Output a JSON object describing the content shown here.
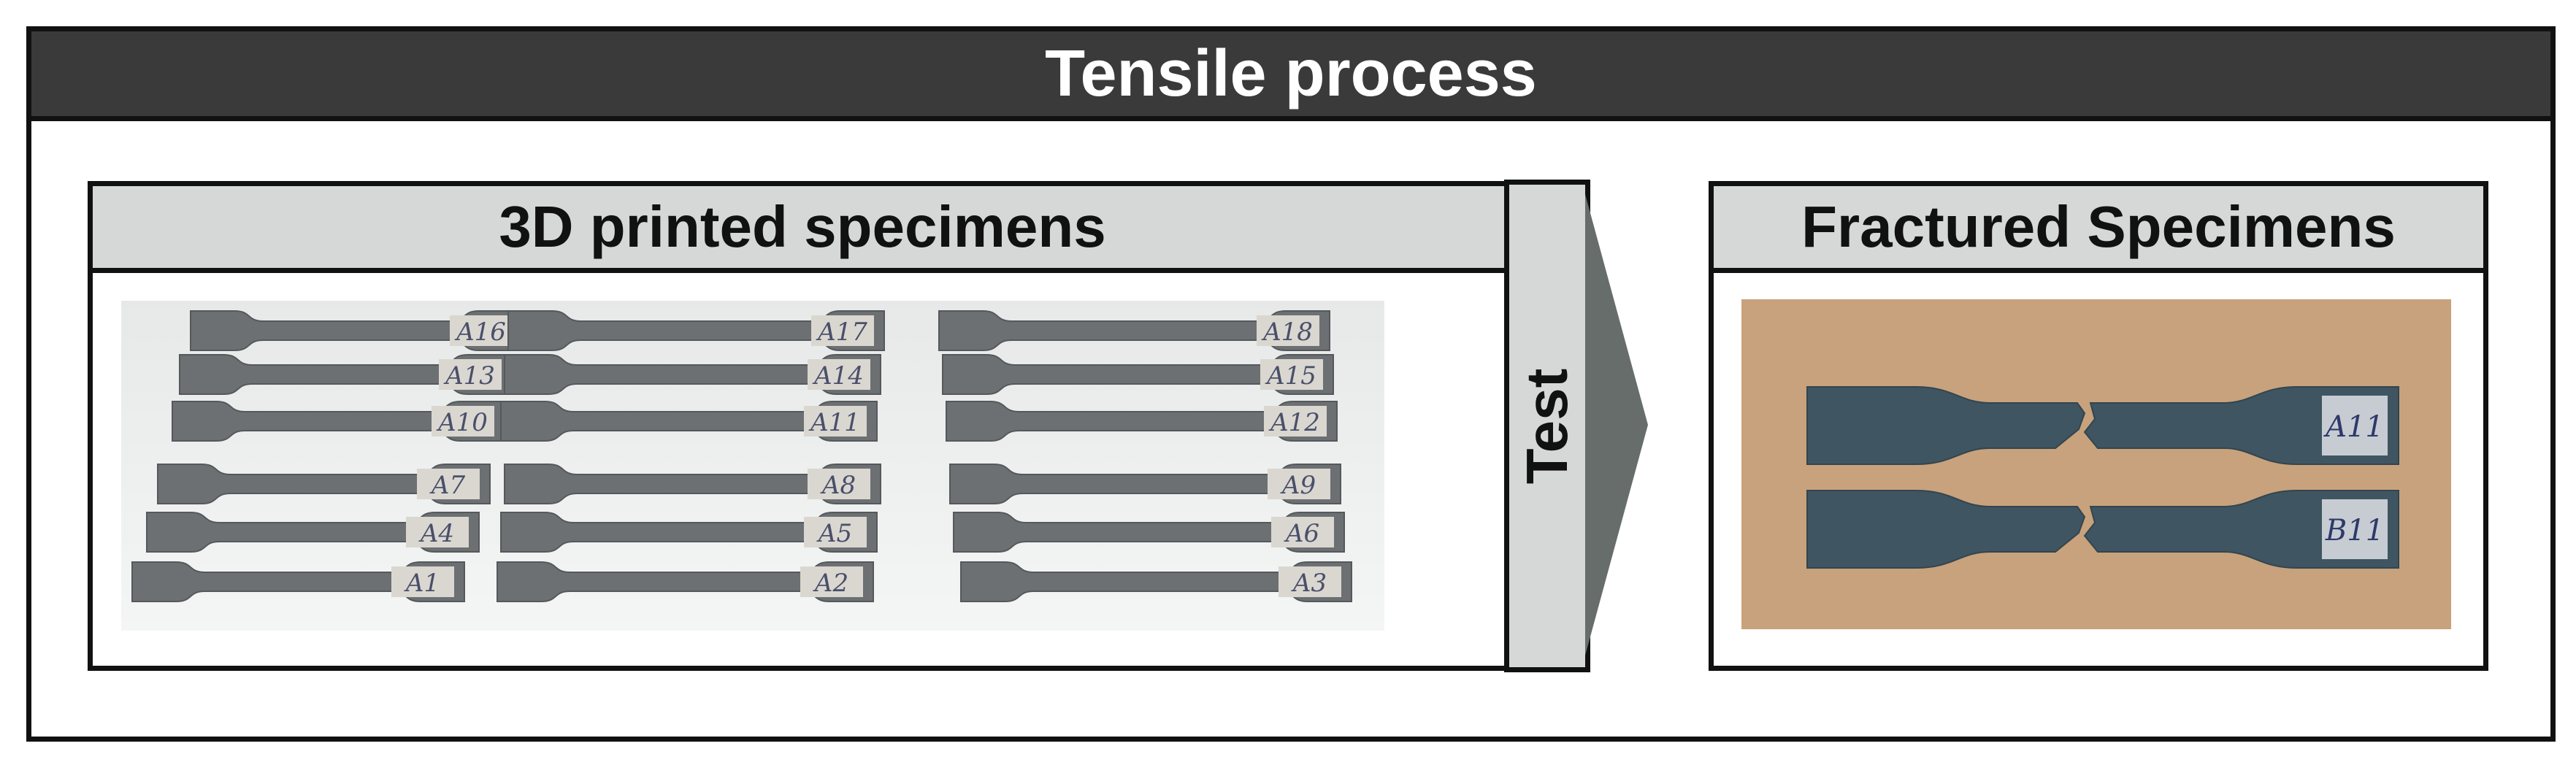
{
  "title": "Tensile process",
  "left_panel": {
    "title": "3D printed specimens",
    "specimen_labels": [
      [
        "A16",
        "A17",
        "A18"
      ],
      [
        "A13",
        "A14",
        "A15"
      ],
      [
        "A10",
        "A11",
        "A12"
      ],
      [
        "A7",
        "A8",
        "A9"
      ],
      [
        "A4",
        "A5",
        "A6"
      ],
      [
        "A1",
        "A2",
        "A3"
      ]
    ]
  },
  "step": {
    "label": "Test"
  },
  "right_panel": {
    "title": "Fractured Specimens",
    "specimen_labels": [
      "A11",
      "B11"
    ]
  },
  "colors": {
    "header_dark": "#3a3a3a",
    "header_light": "#d6d8d8",
    "arrow": "#666d6b",
    "specimen": "#6c7072",
    "fractured_specimen": "#3f5562",
    "cardboard": "#c8a27c"
  }
}
